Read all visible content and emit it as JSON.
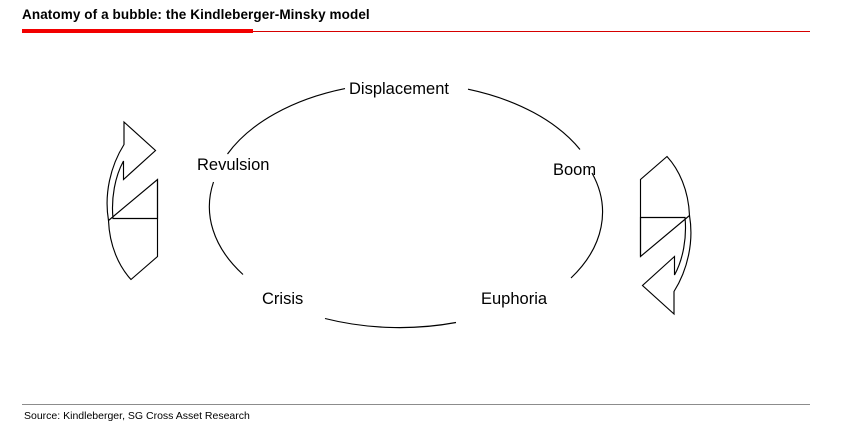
{
  "header": {
    "title": "Anatomy of a bubble: the Kindleberger-Minsky model",
    "accent_color": "#f20000",
    "rule_color": "#d60000"
  },
  "diagram": {
    "type": "cycle",
    "shape": "ellipse",
    "stroke_color": "#000000",
    "nodes": [
      {
        "id": "displacement",
        "label": "Displacement",
        "position": "top"
      },
      {
        "id": "boom",
        "label": "Boom",
        "position": "upper-right"
      },
      {
        "id": "euphoria",
        "label": "Euphoria",
        "position": "lower-right"
      },
      {
        "id": "crisis",
        "label": "Crisis",
        "position": "lower-left"
      },
      {
        "id": "revulsion",
        "label": "Revulsion",
        "position": "upper-left"
      }
    ],
    "arrows": [
      {
        "id": "left-arrow",
        "direction": "up-right",
        "side": "left"
      },
      {
        "id": "right-arrow",
        "direction": "down-left",
        "side": "right"
      }
    ]
  },
  "footer": {
    "source": "Source: Kindleberger, SG Cross Asset Research",
    "rule_color": "#8c8c8c"
  }
}
